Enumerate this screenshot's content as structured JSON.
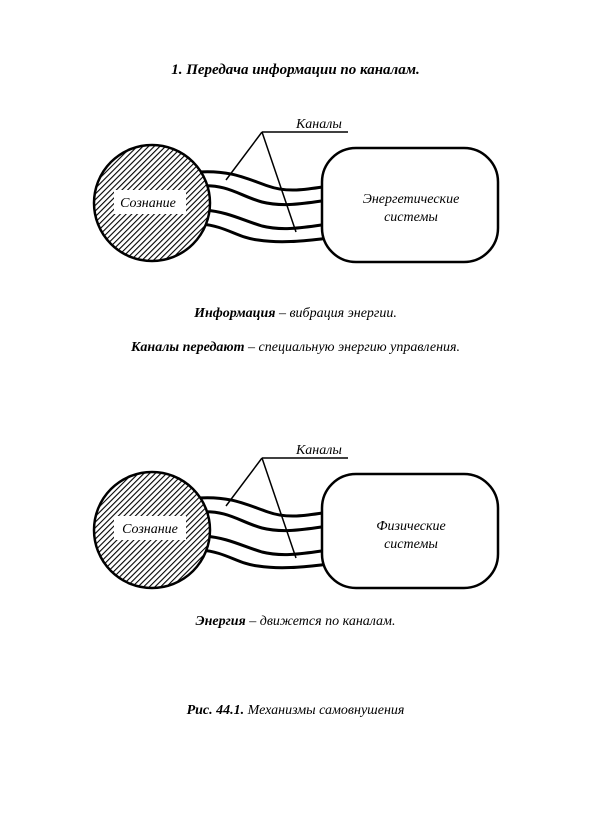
{
  "title": "1. Передача информации по каналам.",
  "diagram1": {
    "circle_label": "Сознание",
    "box_label_line1": "Энергетические",
    "box_label_line2": "системы",
    "channels_label": "Каналы"
  },
  "line1": {
    "bold": "Информация",
    "rest": " – вибрация энергии."
  },
  "line2": {
    "bold": "Каналы передают",
    "rest": " – специальную энергию управления."
  },
  "diagram2": {
    "circle_label": "Сознание",
    "box_label_line1": "Физические",
    "box_label_line2": "системы",
    "channels_label": "Каналы"
  },
  "line3": {
    "bold": "Энергия",
    "rest": " – движется по каналам."
  },
  "caption": {
    "bold": "Рис. 44.1.",
    "rest": " Механизмы самовнушения"
  }
}
